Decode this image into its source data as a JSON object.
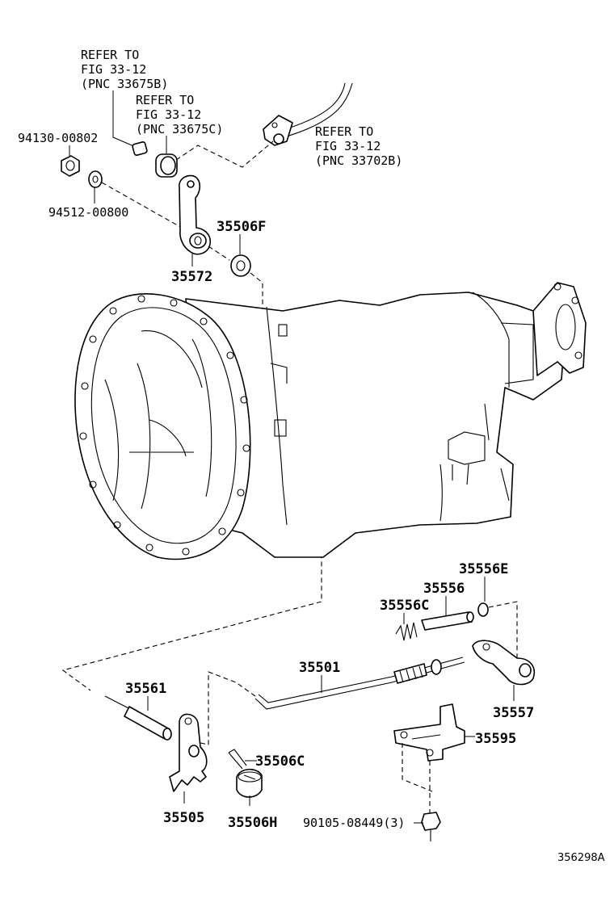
{
  "labels": {
    "ref_33675b": [
      "REFER TO",
      "FIG 33-12",
      "(PNC 33675B)"
    ],
    "ref_33675c": [
      "REFER TO",
      "FIG 33-12",
      "(PNC 33675C)"
    ],
    "ref_33702b": [
      "REFER TO",
      "FIG 33-12",
      "(PNC 33702B)"
    ],
    "p_94130": "94130-00802",
    "p_94512": "94512-00800",
    "p_35506F": "35506F",
    "p_35572": "35572",
    "p_35556E": "35556E",
    "p_35556": "35556",
    "p_35556C": "35556C",
    "p_35501": "35501",
    "p_35557": "35557",
    "p_35561": "35561",
    "p_35595": "35595",
    "p_35506C": "35506C",
    "p_35505": "35505",
    "p_35506H": "35506H",
    "p_90105": "90105-08449(3)",
    "illustration_id": "356298A"
  }
}
